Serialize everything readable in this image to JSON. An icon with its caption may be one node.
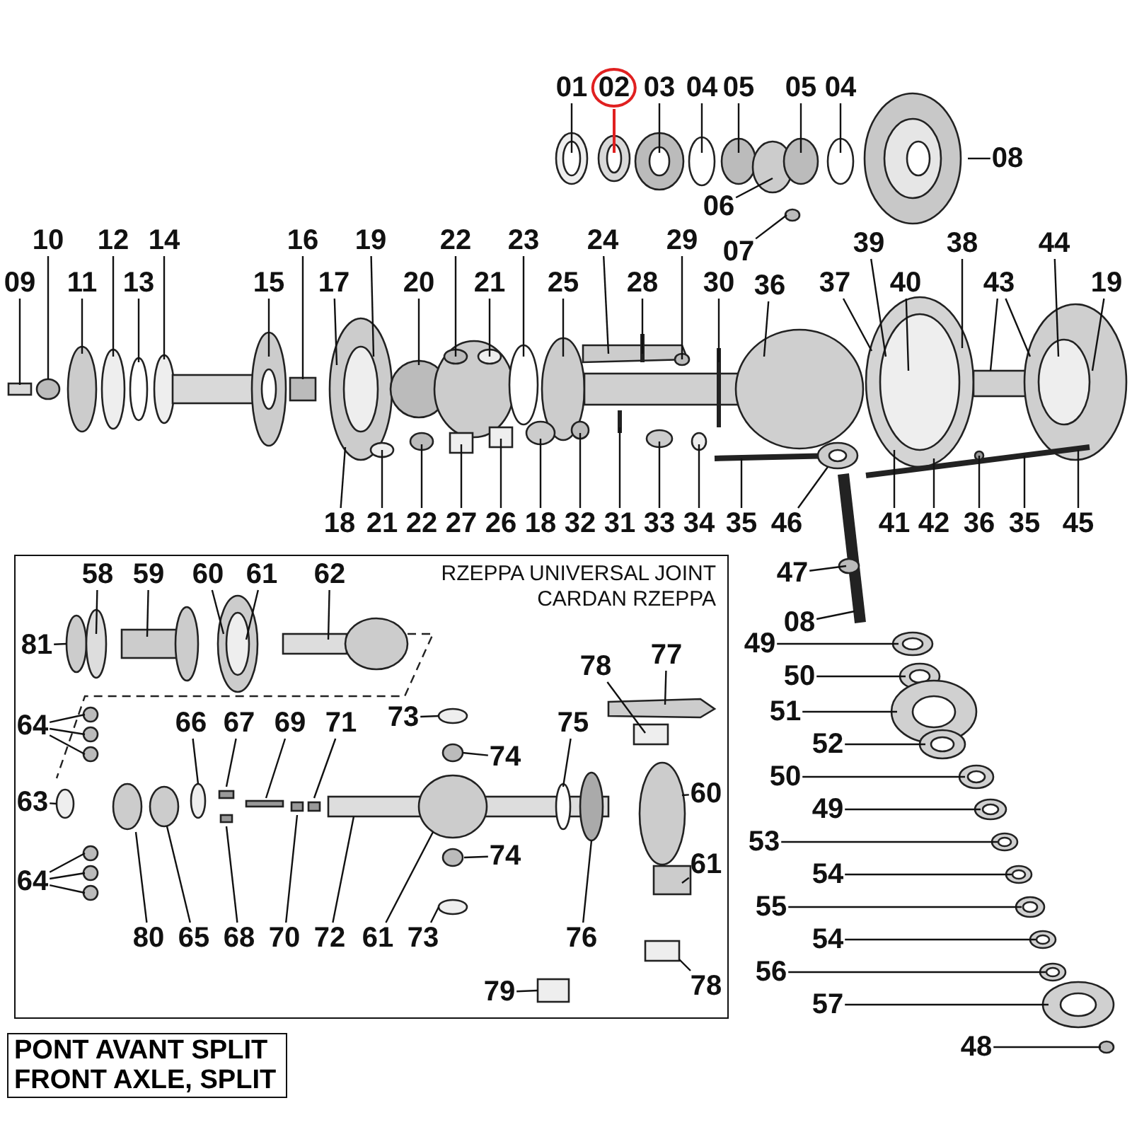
{
  "diagram": {
    "title": "PONT AVANT SPLIT FRONT AXLE, SPLIT",
    "nodes": [
      {
        "text": [
          "01"
        ]
      },
      {
        "text": [
          "02"
        ]
      },
      {
        "text": [
          "03"
        ]
      },
      {
        "text": [
          "04"
        ]
      },
      {
        "text": [
          "05"
        ]
      },
      {
        "text": [
          "05"
        ]
      },
      {
        "text": [
          "04"
        ]
      },
      {
        "text": [
          "08"
        ]
      },
      {
        "text": [
          "11"
        ]
      },
      {
        "text": [
          "13"
        ]
      },
      {
        "text": [
          "16"
        ]
      },
      {
        "text": [
          "19"
        ]
      },
      {
        "text": [
          "22"
        ]
      },
      {
        "text": [
          "23"
        ]
      },
      {
        "text": [
          "10"
        ]
      },
      {
        "text": [
          "12"
        ]
      },
      {
        "text": [
          "14"
        ]
      },
      {
        "text": [
          "15"
        ]
      },
      {
        "text": [
          "17"
        ]
      },
      {
        "text": [
          "20"
        ]
      },
      {
        "text": [
          "21"
        ]
      },
      {
        "text": [
          "25"
        ]
      },
      {
        "text": [
          "24"
        ]
      },
      {
        "text": [
          "06"
        ]
      },
      {
        "text": [
          "39"
        ]
      },
      {
        "text": [
          "38"
        ]
      },
      {
        "text": [
          "44"
        ]
      },
      {
        "text": [
          "28"
        ]
      },
      {
        "text": [
          "37"
        ]
      },
      {
        "text": [
          "40"
        ]
      },
      {
        "text": [
          "43"
        ]
      },
      {
        "text": [
          "19"
        ]
      },
      {
        "text": [
          "07"
        ]
      },
      {
        "text": [
          "29"
        ]
      },
      {
        "text": [
          "09"
        ]
      },
      {
        "text": [
          "36"
        ]
      },
      {
        "text": [
          "30"
        ]
      },
      {
        "text": [
          "31"
        ]
      },
      {
        "text": [
          "36"
        ]
      },
      {
        "text": [
          "18"
        ]
      },
      {
        "text": [
          "18"
        ]
      },
      {
        "text": [
          "33"
        ]
      },
      {
        "text": [
          "35"
        ]
      },
      {
        "text": [
          "46"
        ]
      },
      {
        "text": [
          "41"
        ]
      },
      {
        "text": [
          "35"
        ]
      },
      {
        "text": [
          "45"
        ]
      },
      {
        "text": [
          "21"
        ]
      },
      {
        "text": [
          "22"
        ]
      },
      {
        "text": [
          "27"
        ]
      },
      {
        "text": [
          "26"
        ]
      },
      {
        "text": [
          "32"
        ]
      },
      {
        "text": [
          "34"
        ]
      },
      {
        "text": [
          "47"
        ]
      },
      {
        "text": [
          "42"
        ]
      },
      {
        "text": [
          "08"
        ]
      },
      {
        "text": [
          "49"
        ]
      },
      {
        "text": [
          "50"
        ]
      },
      {
        "text": [
          "51"
        ]
      },
      {
        "text": [
          "52"
        ]
      },
      {
        "text": [
          "50"
        ]
      },
      {
        "text": [
          "49"
        ]
      },
      {
        "text": [
          "53"
        ]
      },
      {
        "text": [
          "54"
        ]
      },
      {
        "text": [
          "55"
        ]
      },
      {
        "text": [
          "54"
        ]
      },
      {
        "text": [
          "56"
        ]
      },
      {
        "text": [
          "57"
        ]
      },
      {
        "text": [
          "48"
        ]
      },
      {
        "text": [
          "RZEPPA UNIVERSAL JOINT",
          "CARDAN RZEPPA"
        ]
      },
      {
        "text": [
          "58"
        ],
        "in": 69
      },
      {
        "text": [
          "59"
        ],
        "in": 69
      },
      {
        "text": [
          "60"
        ],
        "in": 69
      },
      {
        "text": [
          "61"
        ],
        "in": 69
      },
      {
        "text": [
          "62"
        ],
        "in": 69
      },
      {
        "text": [
          "81"
        ],
        "in": 69
      },
      {
        "text": [
          "64"
        ],
        "in": 69
      },
      {
        "text": [
          "67"
        ],
        "in": 69
      },
      {
        "text": [
          "73"
        ],
        "in": 69
      },
      {
        "text": [
          "74"
        ],
        "in": 69
      },
      {
        "text": [
          "75"
        ],
        "in": 69
      },
      {
        "text": [
          "76"
        ],
        "in": 69
      },
      {
        "text": [
          "66"
        ],
        "in": 69
      },
      {
        "text": [
          "69"
        ],
        "in": 69
      },
      {
        "text": [
          "71"
        ],
        "in": 69
      },
      {
        "text": [
          "72"
        ],
        "in": 69
      },
      {
        "text": [
          "78"
        ],
        "in": 69
      },
      {
        "text": [
          "77"
        ],
        "in": 69
      },
      {
        "text": [
          "60"
        ],
        "in": 69
      },
      {
        "text": [
          "63"
        ],
        "in": 69
      },
      {
        "text": [
          "68"
        ],
        "in": 69
      },
      {
        "text": [
          "74"
        ],
        "in": 69
      },
      {
        "text": [
          "64"
        ],
        "in": 69
      },
      {
        "text": [
          "61"
        ],
        "in": 69
      },
      {
        "text": [
          "80"
        ],
        "in": 69
      },
      {
        "text": [
          "65"
        ],
        "in": 69
      },
      {
        "text": [
          "70"
        ],
        "in": 69
      },
      {
        "text": [
          "73"
        ],
        "in": 69
      },
      {
        "text": [
          "61"
        ],
        "in": 69
      },
      {
        "text": [
          "79"
        ],
        "in": 69
      },
      {
        "text": [
          "78"
        ],
        "in": 69
      }
    ],
    "edges": [
      {
        "from": 0,
        "to": null,
        "arrow": "none"
      },
      {
        "from": 1,
        "to": null,
        "arrow": "none",
        "color": "#e02020"
      },
      {
        "from": 2,
        "to": null,
        "arrow": "none"
      },
      {
        "from": 3,
        "to": null,
        "arrow": "none"
      },
      {
        "from": 4,
        "to": null,
        "arrow": "none"
      },
      {
        "from": 5,
        "to": null,
        "arrow": "none"
      },
      {
        "from": 6,
        "to": null,
        "arrow": "none"
      },
      {
        "from": 7,
        "to": null,
        "arrow": "none"
      },
      {
        "from": 8,
        "to": null,
        "arrow": "none"
      },
      {
        "from": 9,
        "to": null,
        "arrow": "none"
      },
      {
        "from": 10,
        "to": null,
        "arrow": "none"
      },
      {
        "from": 11,
        "to": null,
        "arrow": "none"
      },
      {
        "from": 12,
        "to": null,
        "arrow": "none"
      },
      {
        "from": 13,
        "to": null,
        "arrow": "none"
      },
      {
        "from": 14,
        "to": null,
        "arrow": "none"
      },
      {
        "from": 15,
        "to": null,
        "arrow": "none"
      },
      {
        "from": 16,
        "to": null,
        "arrow": "none"
      },
      {
        "from": 17,
        "to": null,
        "arrow": "none"
      },
      {
        "from": 18,
        "to": null,
        "arrow": "none"
      },
      {
        "from": 19,
        "to": null,
        "arrow": "none"
      },
      {
        "from": 20,
        "to": null,
        "arrow": "none"
      },
      {
        "from": 21,
        "to": null,
        "arrow": "none"
      },
      {
        "from": 22,
        "to": null,
        "arrow": "none"
      },
      {
        "from": 23,
        "to": null,
        "arrow": "none"
      },
      {
        "from": 24,
        "to": null,
        "arrow": "none"
      },
      {
        "from": 25,
        "to": null,
        "arrow": "none"
      },
      {
        "from": 26,
        "to": null,
        "arrow": "none"
      },
      {
        "from": 27,
        "to": null,
        "arrow": "none"
      },
      {
        "from": 28,
        "to": null,
        "arrow": "none"
      },
      {
        "from": 29,
        "to": null,
        "arrow": "none"
      },
      {
        "from": 30,
        "to": null,
        "arrow": "none"
      },
      {
        "from": 30,
        "to": null,
        "arrow": "none"
      },
      {
        "from": 31,
        "to": null,
        "arrow": "none"
      },
      {
        "from": 32,
        "to": null,
        "arrow": "none"
      },
      {
        "from": 33,
        "to": null,
        "arrow": "none"
      },
      {
        "from": 34,
        "to": null,
        "arrow": "none"
      },
      {
        "from": 35,
        "to": null,
        "arrow": "none"
      },
      {
        "from": 36,
        "to": null,
        "arrow": "none"
      },
      {
        "from": 37,
        "to": null,
        "arrow": "none"
      },
      {
        "from": 38,
        "to": null,
        "arrow": "none"
      },
      {
        "from": 39,
        "to": null,
        "arrow": "none"
      },
      {
        "from": 40,
        "to": null,
        "arrow": "none"
      },
      {
        "from": 41,
        "to": null,
        "arrow": "none"
      },
      {
        "from": 42,
        "to": null,
        "arrow": "none"
      },
      {
        "from": 43,
        "to": null,
        "arrow": "none"
      },
      {
        "from": 44,
        "to": null,
        "arrow": "none"
      },
      {
        "from": 45,
        "to": null,
        "arrow": "none"
      },
      {
        "from": 46,
        "to": null,
        "arrow": "none"
      },
      {
        "from": 47,
        "to": null,
        "arrow": "none"
      },
      {
        "from": 48,
        "to": null,
        "arrow": "none"
      },
      {
        "from": 49,
        "to": null,
        "arrow": "none"
      },
      {
        "from": 50,
        "to": null,
        "arrow": "none"
      },
      {
        "from": 51,
        "to": null,
        "arrow": "none"
      },
      {
        "from": 52,
        "to": null,
        "arrow": "none"
      },
      {
        "from": 53,
        "to": null,
        "arrow": "none"
      },
      {
        "from": 54,
        "to": null,
        "arrow": "none"
      },
      {
        "from": 55,
        "to": null,
        "arrow": "none"
      },
      {
        "from": 56,
        "to": null,
        "arrow": "none"
      },
      {
        "from": 57,
        "to": null,
        "arrow": "none"
      },
      {
        "from": 58,
        "to": null,
        "arrow": "none"
      },
      {
        "from": 59,
        "to": null,
        "arrow": "none"
      },
      {
        "from": 60,
        "to": null,
        "arrow": "none"
      },
      {
        "from": 61,
        "to": null,
        "arrow": "none"
      },
      {
        "from": 62,
        "to": null,
        "arrow": "none"
      },
      {
        "from": 63,
        "to": null,
        "arrow": "none"
      },
      {
        "from": 64,
        "to": null,
        "arrow": "none"
      },
      {
        "from": 65,
        "to": null,
        "arrow": "none"
      },
      {
        "from": 66,
        "to": null,
        "arrow": "none"
      },
      {
        "from": 67,
        "to": null,
        "arrow": "none"
      },
      {
        "from": 68,
        "to": null,
        "arrow": "none"
      },
      {
        "from": 70,
        "to": null,
        "arrow": "none"
      },
      {
        "from": 71,
        "to": null,
        "arrow": "none"
      },
      {
        "from": 72,
        "to": null,
        "arrow": "none"
      },
      {
        "from": 73,
        "to": null,
        "arrow": "none"
      },
      {
        "from": 74,
        "to": null,
        "arrow": "none"
      },
      {
        "from": 75,
        "to": null,
        "arrow": "none"
      },
      {
        "from": 76,
        "to": null,
        "arrow": "none"
      },
      {
        "from": 76,
        "to": null,
        "arrow": "none"
      },
      {
        "from": 76,
        "to": null,
        "arrow": "none"
      },
      {
        "from": 77,
        "to": null,
        "arrow": "none"
      },
      {
        "from": 78,
        "to": null,
        "arrow": "none"
      },
      {
        "from": 79,
        "to": null,
        "arrow": "none"
      },
      {
        "from": 80,
        "to": null,
        "arrow": "none"
      },
      {
        "from": 81,
        "to": null,
        "arrow": "none"
      },
      {
        "from": 82,
        "to": null,
        "arrow": "none"
      },
      {
        "from": 83,
        "to": null,
        "arrow": "none"
      },
      {
        "from": 84,
        "to": null,
        "arrow": "none"
      },
      {
        "from": 85,
        "to": null,
        "arrow": "none"
      },
      {
        "from": 86,
        "to": null,
        "arrow": "none"
      },
      {
        "from": 87,
        "to": null,
        "arrow": "none"
      },
      {
        "from": 88,
        "to": null,
        "arrow": "none"
      },
      {
        "from": 89,
        "to": null,
        "arrow": "none"
      },
      {
        "from": 90,
        "to": null,
        "arrow": "none"
      },
      {
        "from": 91,
        "to": null,
        "arrow": "none"
      },
      {
        "from": 92,
        "to": null,
        "arrow": "none"
      },
      {
        "from": 92,
        "to": null,
        "arrow": "none"
      },
      {
        "from": 92,
        "to": null,
        "arrow": "none"
      },
      {
        "from": 93,
        "to": null,
        "arrow": "none"
      },
      {
        "from": 94,
        "to": null,
        "arrow": "none"
      },
      {
        "from": 95,
        "to": null,
        "arrow": "none"
      },
      {
        "from": 96,
        "to": null,
        "arrow": "none"
      },
      {
        "from": 97,
        "to": null,
        "arrow": "none"
      },
      {
        "from": 98,
        "to": null,
        "arrow": "none"
      },
      {
        "from": 99,
        "to": null,
        "arrow": "none"
      },
      {
        "from": 100,
        "to": null,
        "arrow": "none"
      }
    ]
  }
}
